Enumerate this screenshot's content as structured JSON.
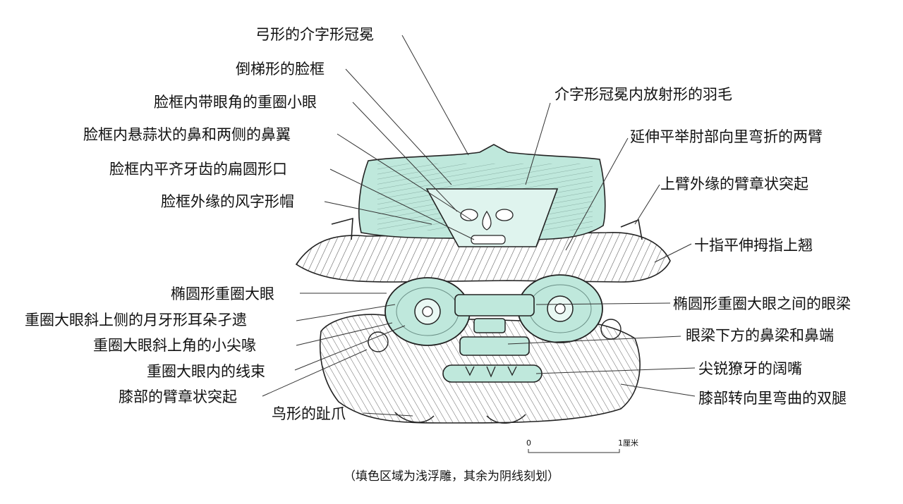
{
  "labels_left": [
    "弓形的介字形冠冕",
    "倒梯形的脸框",
    "脸框内带眼角的重圈小眼",
    "脸框内悬蒜状的鼻和两侧的鼻翼",
    "脸框内平齐牙齿的扁圆形口",
    "脸框外缘的风字形帽",
    "椭圆形重圈大眼",
    "重圈大眼斜上侧的月牙形耳朵孑遗",
    "重圈大眼斜上角的小尖喙",
    "重圈大眼内的线束",
    "膝部的臂章状突起",
    "鸟形的趾爪"
  ],
  "labels_right": [
    "介字形冠冕内放射形的羽毛",
    "延伸平举肘部向里弯折的两臂",
    "上臂外缘的臂章状突起",
    "十指平伸拇指上翘",
    "椭圆形重圈大眼之间的眼梁",
    "眼梁下方的鼻梁和鼻端",
    "尖锐獠牙的阔嘴",
    "膝部转向里弯曲的双腿"
  ],
  "scale_bar": {
    "start": "0",
    "end": "1厘米"
  },
  "caption": "（填色区域为浅浮雕，其余为阴线刻划）",
  "colors": {
    "relief_fill": "#bfe8dc",
    "line": "#222222"
  }
}
